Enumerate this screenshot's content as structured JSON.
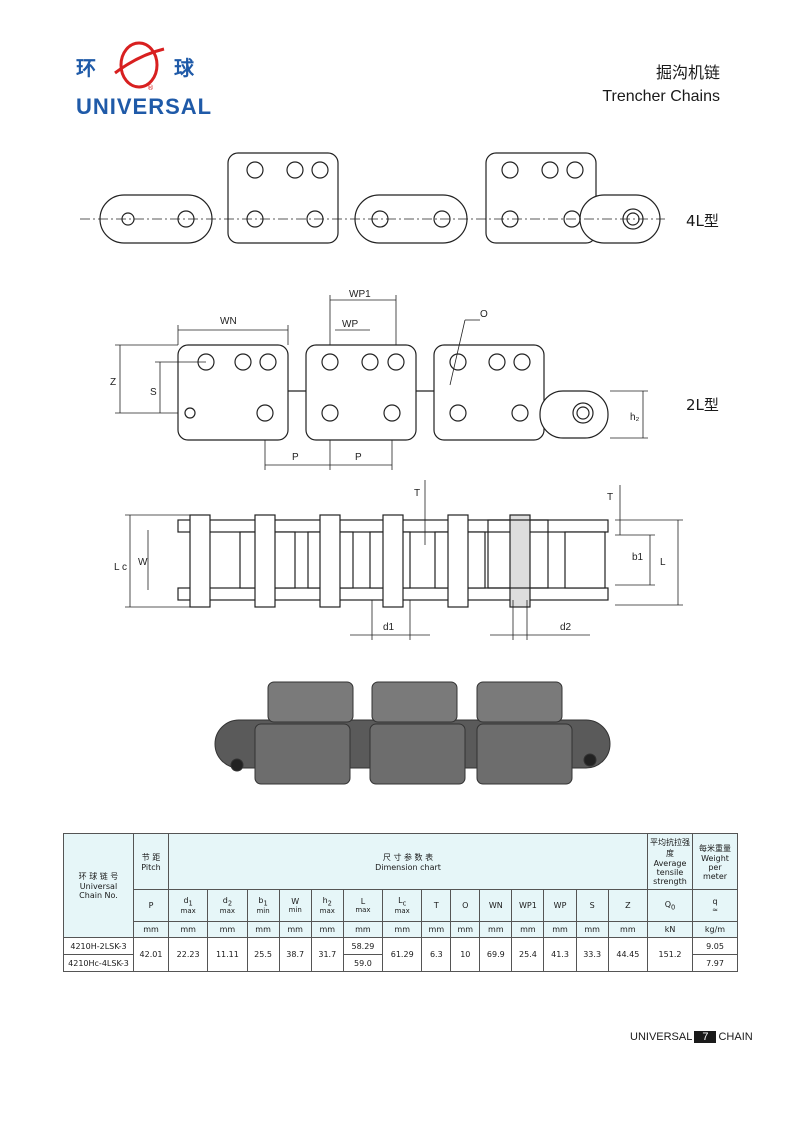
{
  "logo": {
    "cn_left": "环",
    "cn_right": "球",
    "registered": "®",
    "brand": "UNIVERSAL"
  },
  "header": {
    "title_cn": "掘沟机链",
    "title_en": "Trencher Chains"
  },
  "drawing": {
    "type_4l": "4L型",
    "type_2l": "2L型",
    "dims": {
      "wn": "WN",
      "wp1": "WP1",
      "wp": "WP",
      "o": "O",
      "z": "Z",
      "s": "S",
      "h2": "h₂",
      "p": "P",
      "t": "T",
      "lc": "L c",
      "w": "W",
      "l": "L",
      "b1": "b1",
      "d1": "d1",
      "d2": "d2"
    }
  },
  "table": {
    "chain_no_cn": "环 球 链 号",
    "chain_no_en1": "Universal",
    "chain_no_en2": "Chain No.",
    "pitch_cn": "节 距",
    "pitch_en": "Pitch",
    "dim_cn": "尺 寸 参 数 表",
    "dim_en": "Dimension chart",
    "tensile_cn": "平均抗拉强度",
    "tensile_en1": "Average",
    "tensile_en2": "tensile",
    "tensile_en3": "strength",
    "weight_cn": "每米重量",
    "weight_en1": "Weight",
    "weight_en2": "per",
    "weight_en3": "meter",
    "symbols": [
      {
        "s": "P",
        "sub": "",
        "q": ""
      },
      {
        "s": "d",
        "sub": "1",
        "q": "max"
      },
      {
        "s": "d",
        "sub": "2",
        "q": "max"
      },
      {
        "s": "b",
        "sub": "1",
        "q": "min"
      },
      {
        "s": "W",
        "sub": "",
        "q": "min"
      },
      {
        "s": "h",
        "sub": "2",
        "q": "max"
      },
      {
        "s": "L",
        "sub": "",
        "q": "max"
      },
      {
        "s": "L",
        "sub": "c",
        "q": "max"
      },
      {
        "s": "T",
        "sub": "",
        "q": ""
      },
      {
        "s": "O",
        "sub": "",
        "q": ""
      },
      {
        "s": "WN",
        "sub": "",
        "q": ""
      },
      {
        "s": "WP1",
        "sub": "",
        "q": ""
      },
      {
        "s": "WP",
        "sub": "",
        "q": ""
      },
      {
        "s": "S",
        "sub": "",
        "q": ""
      },
      {
        "s": "Z",
        "sub": "",
        "q": ""
      },
      {
        "s": "Q",
        "sub": "0",
        "q": ""
      },
      {
        "s": "q",
        "sub": "",
        "q": "≈"
      }
    ],
    "units": [
      "mm",
      "mm",
      "mm",
      "mm",
      "mm",
      "mm",
      "mm",
      "mm",
      "mm",
      "mm",
      "mm",
      "mm",
      "mm",
      "mm",
      "mm",
      "kN",
      "kg/m"
    ],
    "rows": [
      {
        "chain": "4210H-2LSK-3",
        "L": "58.29",
        "q": "9.05"
      },
      {
        "chain": "4210Hc-4LSK-3",
        "L": "59.0",
        "q": "7.97"
      }
    ],
    "shared": {
      "P": "42.01",
      "d1": "22.23",
      "d2": "11.11",
      "b1": "25.5",
      "W": "38.7",
      "h2": "31.7",
      "Lc": "61.29",
      "T": "6.3",
      "O": "10",
      "WN": "69.9",
      "WP1": "25.4",
      "WP": "41.3",
      "S": "33.3",
      "Z": "44.45",
      "Q0": "151.2"
    }
  },
  "footer": {
    "left": "UNIVERSAL",
    "page": "7",
    "right": "CHAIN"
  }
}
